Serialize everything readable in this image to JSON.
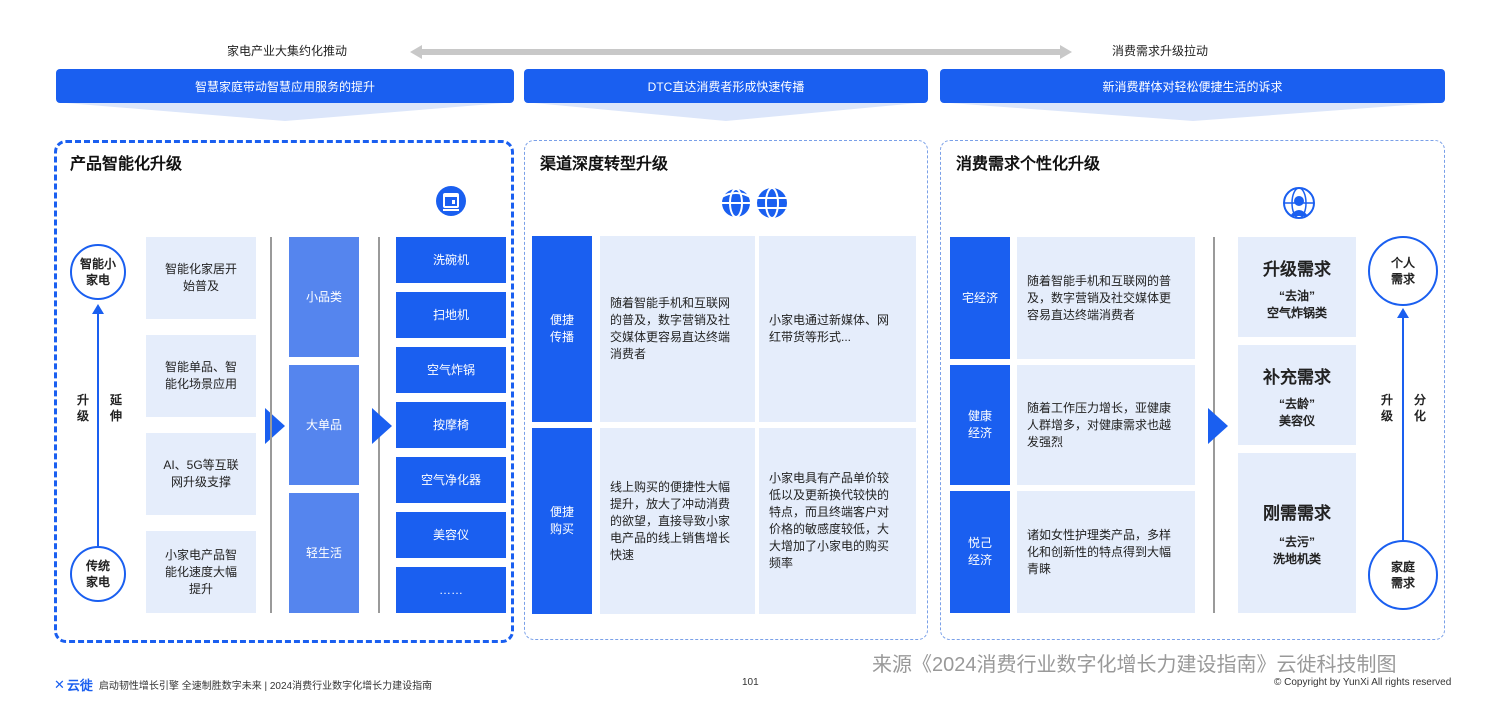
{
  "top": {
    "left_label": "家电产业大集约化推动",
    "right_label": "消费需求升级拉动"
  },
  "banners": [
    "智慧家庭带动智慧应用服务的提升",
    "DTC直达消费者形成快速传播",
    "新消费群体对轻松便捷生活的诉求"
  ],
  "panel1": {
    "title": "产品智能化升级",
    "circle_top": "智能小\n家电",
    "circle_bottom": "传统\n家电",
    "side_left": "升\n级",
    "side_right": "延\n伸",
    "reasons": [
      "智能化家居开\n始普及",
      "智能单品、智\n能化场景应用",
      "AI、5G等互联\n网升级支撑",
      "小家电产品智\n能化速度大幅\n提升"
    ],
    "categories": [
      "小品类",
      "大单品",
      "轻生活"
    ],
    "products": [
      "洗碗机",
      "扫地机",
      "空气炸锅",
      "按摩椅",
      "空气净化器",
      "美容仪",
      "……"
    ]
  },
  "panel2": {
    "title": "渠道深度转型升级",
    "rows": [
      {
        "label": "便捷\n传播",
        "text1": "随着智能手机和互联网\n的普及，数字营销及社\n交媒体更容易直达终端\n消费者",
        "text2": "小家电通过新媒体、网\n红带货等形式..."
      },
      {
        "label": "便捷\n购买",
        "text1": "线上购买的便捷性大幅\n提升，放大了冲动消费\n的欲望，直接导致小家\n电产品的线上销售增长\n快速",
        "text2": "小家电具有产品单价较\n低以及更新换代较快的\n特点，而且终端客户对\n价格的敏感度较低，大\n大增加了小家电的购买\n频率"
      }
    ]
  },
  "panel3": {
    "title": "消费需求个性化升级",
    "rows": [
      {
        "label": "宅经济",
        "text": "随着智能手机和互联网的普\n及，数字营销及社交媒体更\n容易直达终端消费者"
      },
      {
        "label": "健康\n经济",
        "text": "随着工作压力增长，亚健康\n人群增多，对健康需求也越\n发强烈"
      },
      {
        "label": "悦己\n经济",
        "text": "诸如女性护理类产品，多样\n化和创新性的特点得到大幅\n青睐"
      }
    ],
    "needs": [
      {
        "title": "升级需求",
        "sub": "“去油”\n空气炸锅类"
      },
      {
        "title": "补充需求",
        "sub": "“去龄”\n美容仪"
      },
      {
        "title": "刚需需求",
        "sub": "“去污”\n洗地机类"
      }
    ],
    "circle_top": "个人\n需求",
    "circle_bottom": "家庭\n需求",
    "side_left": "升\n级",
    "side_right": "分\n化"
  },
  "source": "来源《2024消费行业数字化增长力建设指南》云徙科技制图",
  "footer": {
    "logo_text": "云徙",
    "tagline": "启动韧性增长引擎  全速制胜数字未来 | 2024消费行业数字化增长力建设指南",
    "page": "101",
    "copyright": "© Copyright by YunXi All rights reserved"
  },
  "colors": {
    "accent": "#1a5ff0",
    "light": "#e5edfb",
    "mid": "#5585ee"
  }
}
